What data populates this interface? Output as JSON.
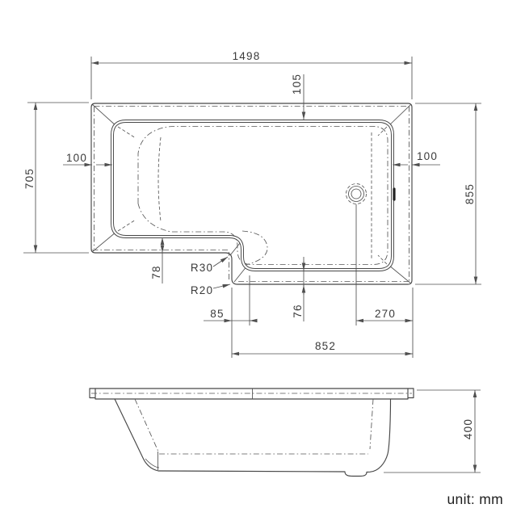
{
  "meta": {
    "unit_label": "unit: mm"
  },
  "top_view": {
    "dims": {
      "overall_length": "1498",
      "rim_top": "105",
      "overall_width_left": "705",
      "rim_left": "100",
      "rim_right": "100",
      "overall_width_right": "855",
      "rim_bottom_left": "78",
      "step_radius_outer": "R30",
      "step_radius_inner": "R20",
      "step_offset": "85",
      "rim_bottom_right": "76",
      "drain_to_edge": "270",
      "shower_end_length": "852"
    }
  },
  "side_view": {
    "dims": {
      "height": "400"
    }
  }
}
